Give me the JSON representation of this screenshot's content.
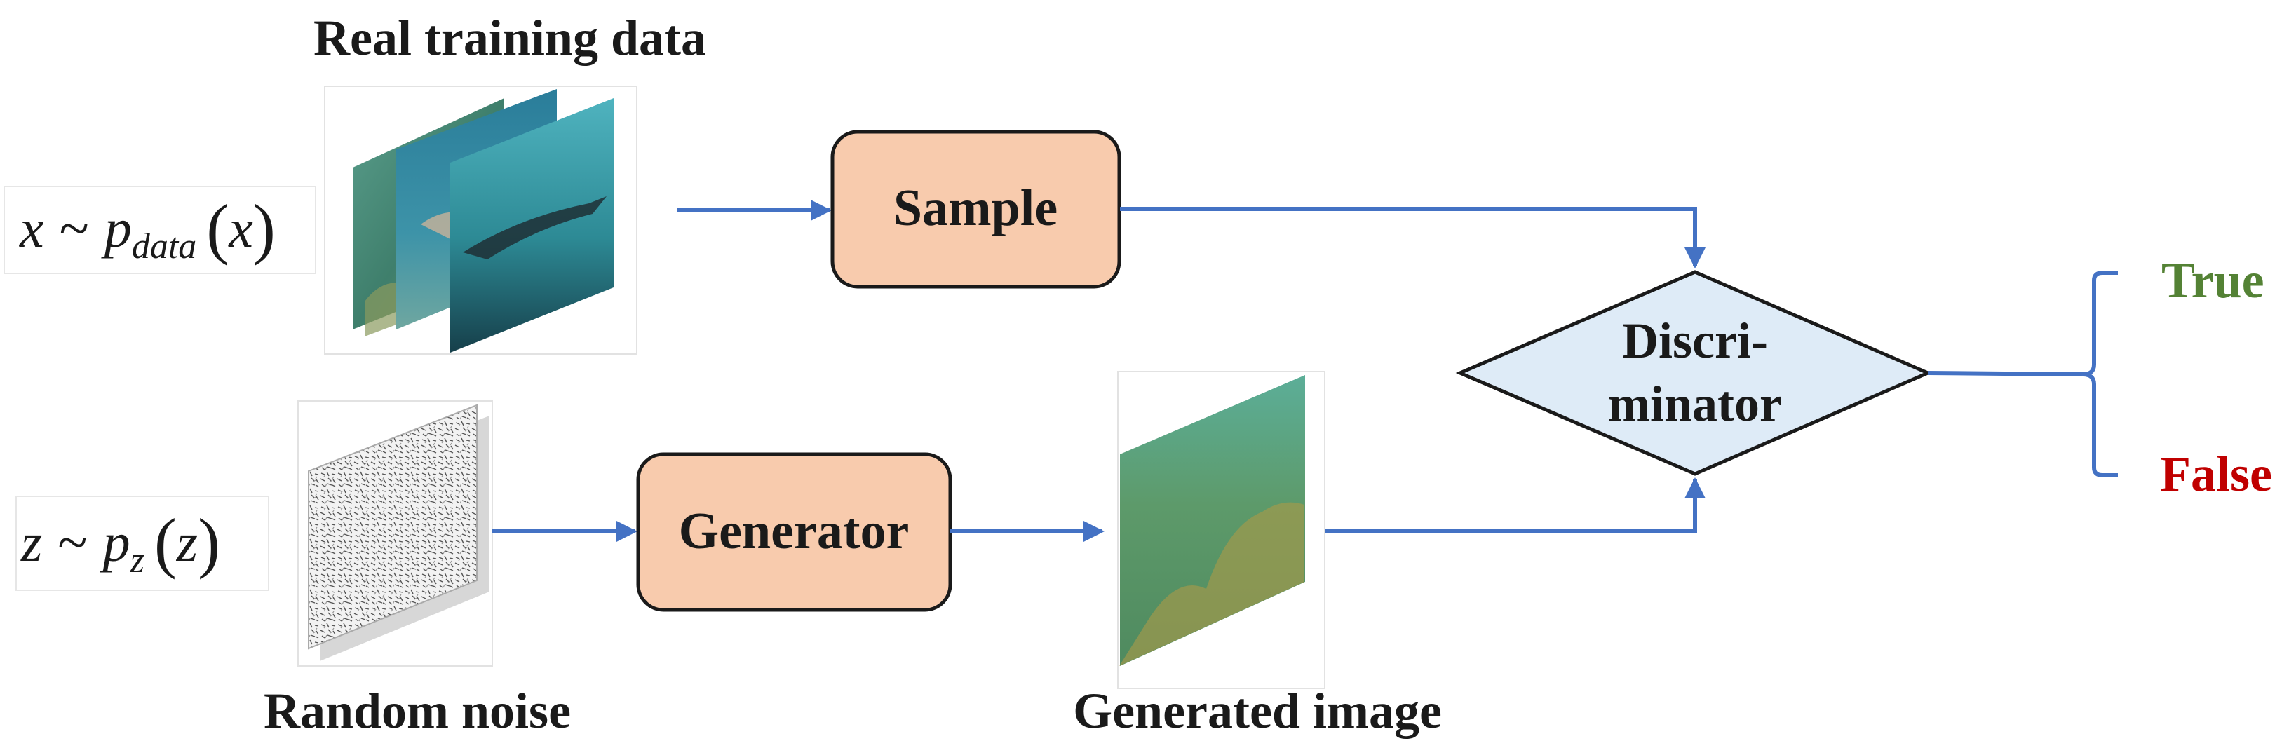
{
  "labels": {
    "real_training_data": "Real training data",
    "random_noise": "Random noise",
    "generated_image": "Generated image"
  },
  "formulas": {
    "x_dist": {
      "var": "x",
      "tilde": "~",
      "func": "p",
      "sub": "data",
      "open": "(",
      "arg": "x",
      "close": ")"
    },
    "z_dist": {
      "var": "z",
      "tilde": "~",
      "func": "p",
      "sub": "z",
      "open": "(",
      "arg": "z",
      "close": ")"
    }
  },
  "nodes": {
    "sample": "Sample",
    "generator": "Generator",
    "discriminator_line1": "Discri-",
    "discriminator_line2": "minator"
  },
  "outputs": {
    "true_label": "True",
    "false_label": "False"
  },
  "colors": {
    "arrow": "#4472c4",
    "process_fill": "#f8cbad",
    "decision_fill": "#deebf7",
    "true": "#548235",
    "false": "#c00000",
    "text": "#1a1a1a"
  }
}
